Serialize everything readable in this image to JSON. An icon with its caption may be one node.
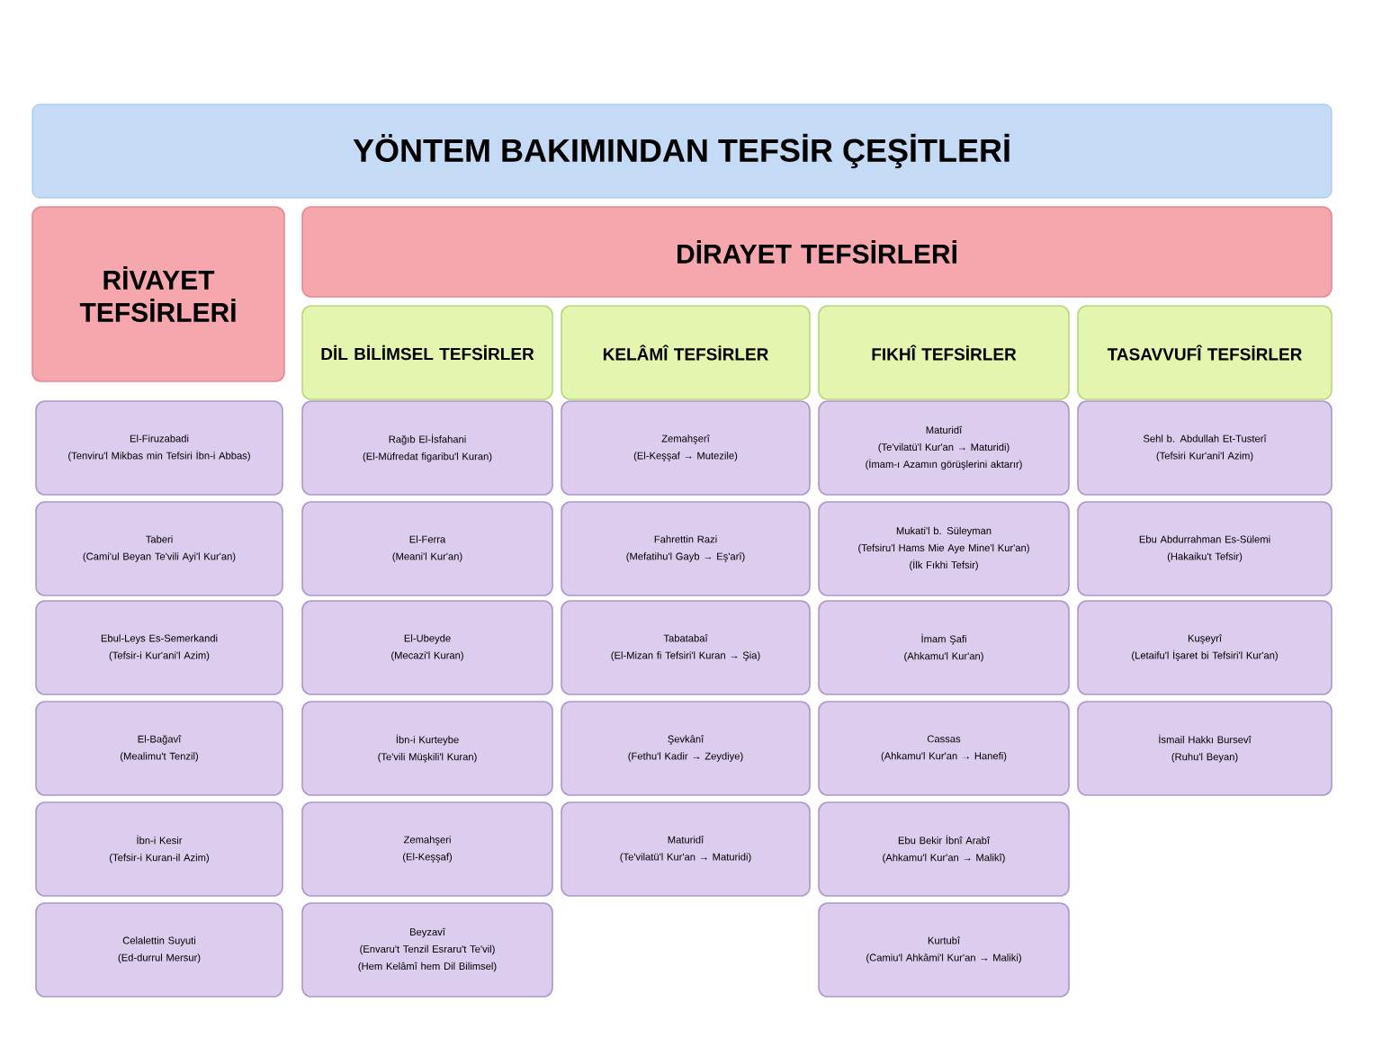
{
  "diagram": {
    "title": "YÖNTEM BAKIMINDAN TEFSİR ÇEŞİTLERİ",
    "nodes": [
      {
        "text": [
          "RİVAYET TEFSİRLERİ"
        ]
      },
      {
        "text": [
          "DİRAYET TEFSİRLERİ"
        ]
      },
      {
        "text": [
          "DİL BİLİMSEL TEFSİRLER"
        ]
      },
      {
        "text": [
          "KELÂMÎ  TEFSİRLER"
        ]
      },
      {
        "text": [
          "FIKHÎ TEFSİRLER"
        ]
      },
      {
        "text": [
          "TASAVVUFÎ TEFSİRLER"
        ]
      },
      {
        "text": [
          "El-Firuzabadi",
          "(Tenviru'l Mikbas min Tefsiri İbn-i Abbas)"
        ]
      },
      {
        "text": [
          "Rağıb El-İsfahani",
          "(El-Müfredat figaribu'l Kuran)"
        ]
      },
      {
        "text": [
          "Zemahşerî",
          "(El-Keşşaf → Mutezile)"
        ]
      },
      {
        "text": [
          "Maturidî",
          "(Te'vilatü'l Kur'an → Maturidi)",
          "(İmam-ı Azamın görüşlerini aktarır)"
        ]
      },
      {
        "text": [
          "Sehl b. Abdullah Et-Tusterî",
          "(Tefsiri Kur'ani'l Azim)"
        ]
      },
      {
        "text": [
          "Taberi",
          "(Cami'ul Beyan Te'vili Ayi'l Kur'an)"
        ]
      },
      {
        "text": [
          "El-Ferra",
          "(Meani'l Kur'an)"
        ]
      },
      {
        "text": [
          "Fahrettin Razi",
          "(Mefatihu'l Gayb → Eş'arî)"
        ]
      },
      {
        "text": [
          "Mukati'l b. Süleyman",
          "(Tefsiru'l Hams Mie Aye Mine'l Kur'an)",
          "(İlk Fıkhi Tefsir)"
        ]
      },
      {
        "text": [
          "Ebu Abdurrahman Es-Sülemi",
          "(Hakaiku't Tefsir)"
        ]
      },
      {
        "text": [
          "Ebul-Leys Es-Semerkandi",
          "(Tefsir-i Kur'ani'l Azim)"
        ]
      },
      {
        "text": [
          "El-Ubeyde",
          "(Mecazi'l Kuran)"
        ]
      },
      {
        "text": [
          "Tabatabaî",
          "(El-Mizan fi Tefsiri'l Kuran → Şia)"
        ]
      },
      {
        "text": [
          "İmam Şafi",
          "(Ahkamu'l Kur'an)"
        ]
      },
      {
        "text": [
          "Kuşeyrî",
          "(Letaifu'l İşaret bi Tefsiri'l Kur'an)"
        ]
      },
      {
        "text": [
          "El-Bağavî",
          "(Mealimu't Tenzil)"
        ]
      },
      {
        "text": [
          "İbn-i Kurteybe",
          "(Te'vili Müşkili'l Kuran)"
        ]
      },
      {
        "text": [
          "Şevkânî",
          "(Fethu'l Kadir → Zeydiye)"
        ]
      },
      {
        "text": [
          "Cassas",
          "(Ahkamu'l Kur'an → Hanefi)"
        ]
      },
      {
        "text": [
          "İsmail Hakkı Bursevî",
          "(Ruhu'l Beyan)"
        ]
      },
      {
        "text": [
          "İbn-i Kesir",
          "(Tefsir-i Kuran-il Azim)"
        ]
      },
      {
        "text": [
          "Zemahşeri",
          "(El-Keşşaf)"
        ]
      },
      {
        "text": [
          "Maturidî",
          "(Te'vilatü'l Kur'an → Maturidi)"
        ]
      },
      {
        "text": [
          "Ebu Bekir İbnî Arabî",
          "(Ahkamu'l Kur'an → Malikî)"
        ]
      },
      {
        "text": [
          "Celalettin Suyuti",
          "(Ed-durrul Mersur)"
        ]
      },
      {
        "text": [
          "Beyzavî",
          "(Envaru't Tenzil Esraru't Te'vil)",
          "(Hem Kelâmî hem Dil Bilimsel)"
        ]
      },
      {
        "text": [
          "Kurtubî",
          "(Camiu'l Ahkâmi'l Kur'an → Maliki)"
        ]
      }
    ]
  }
}
